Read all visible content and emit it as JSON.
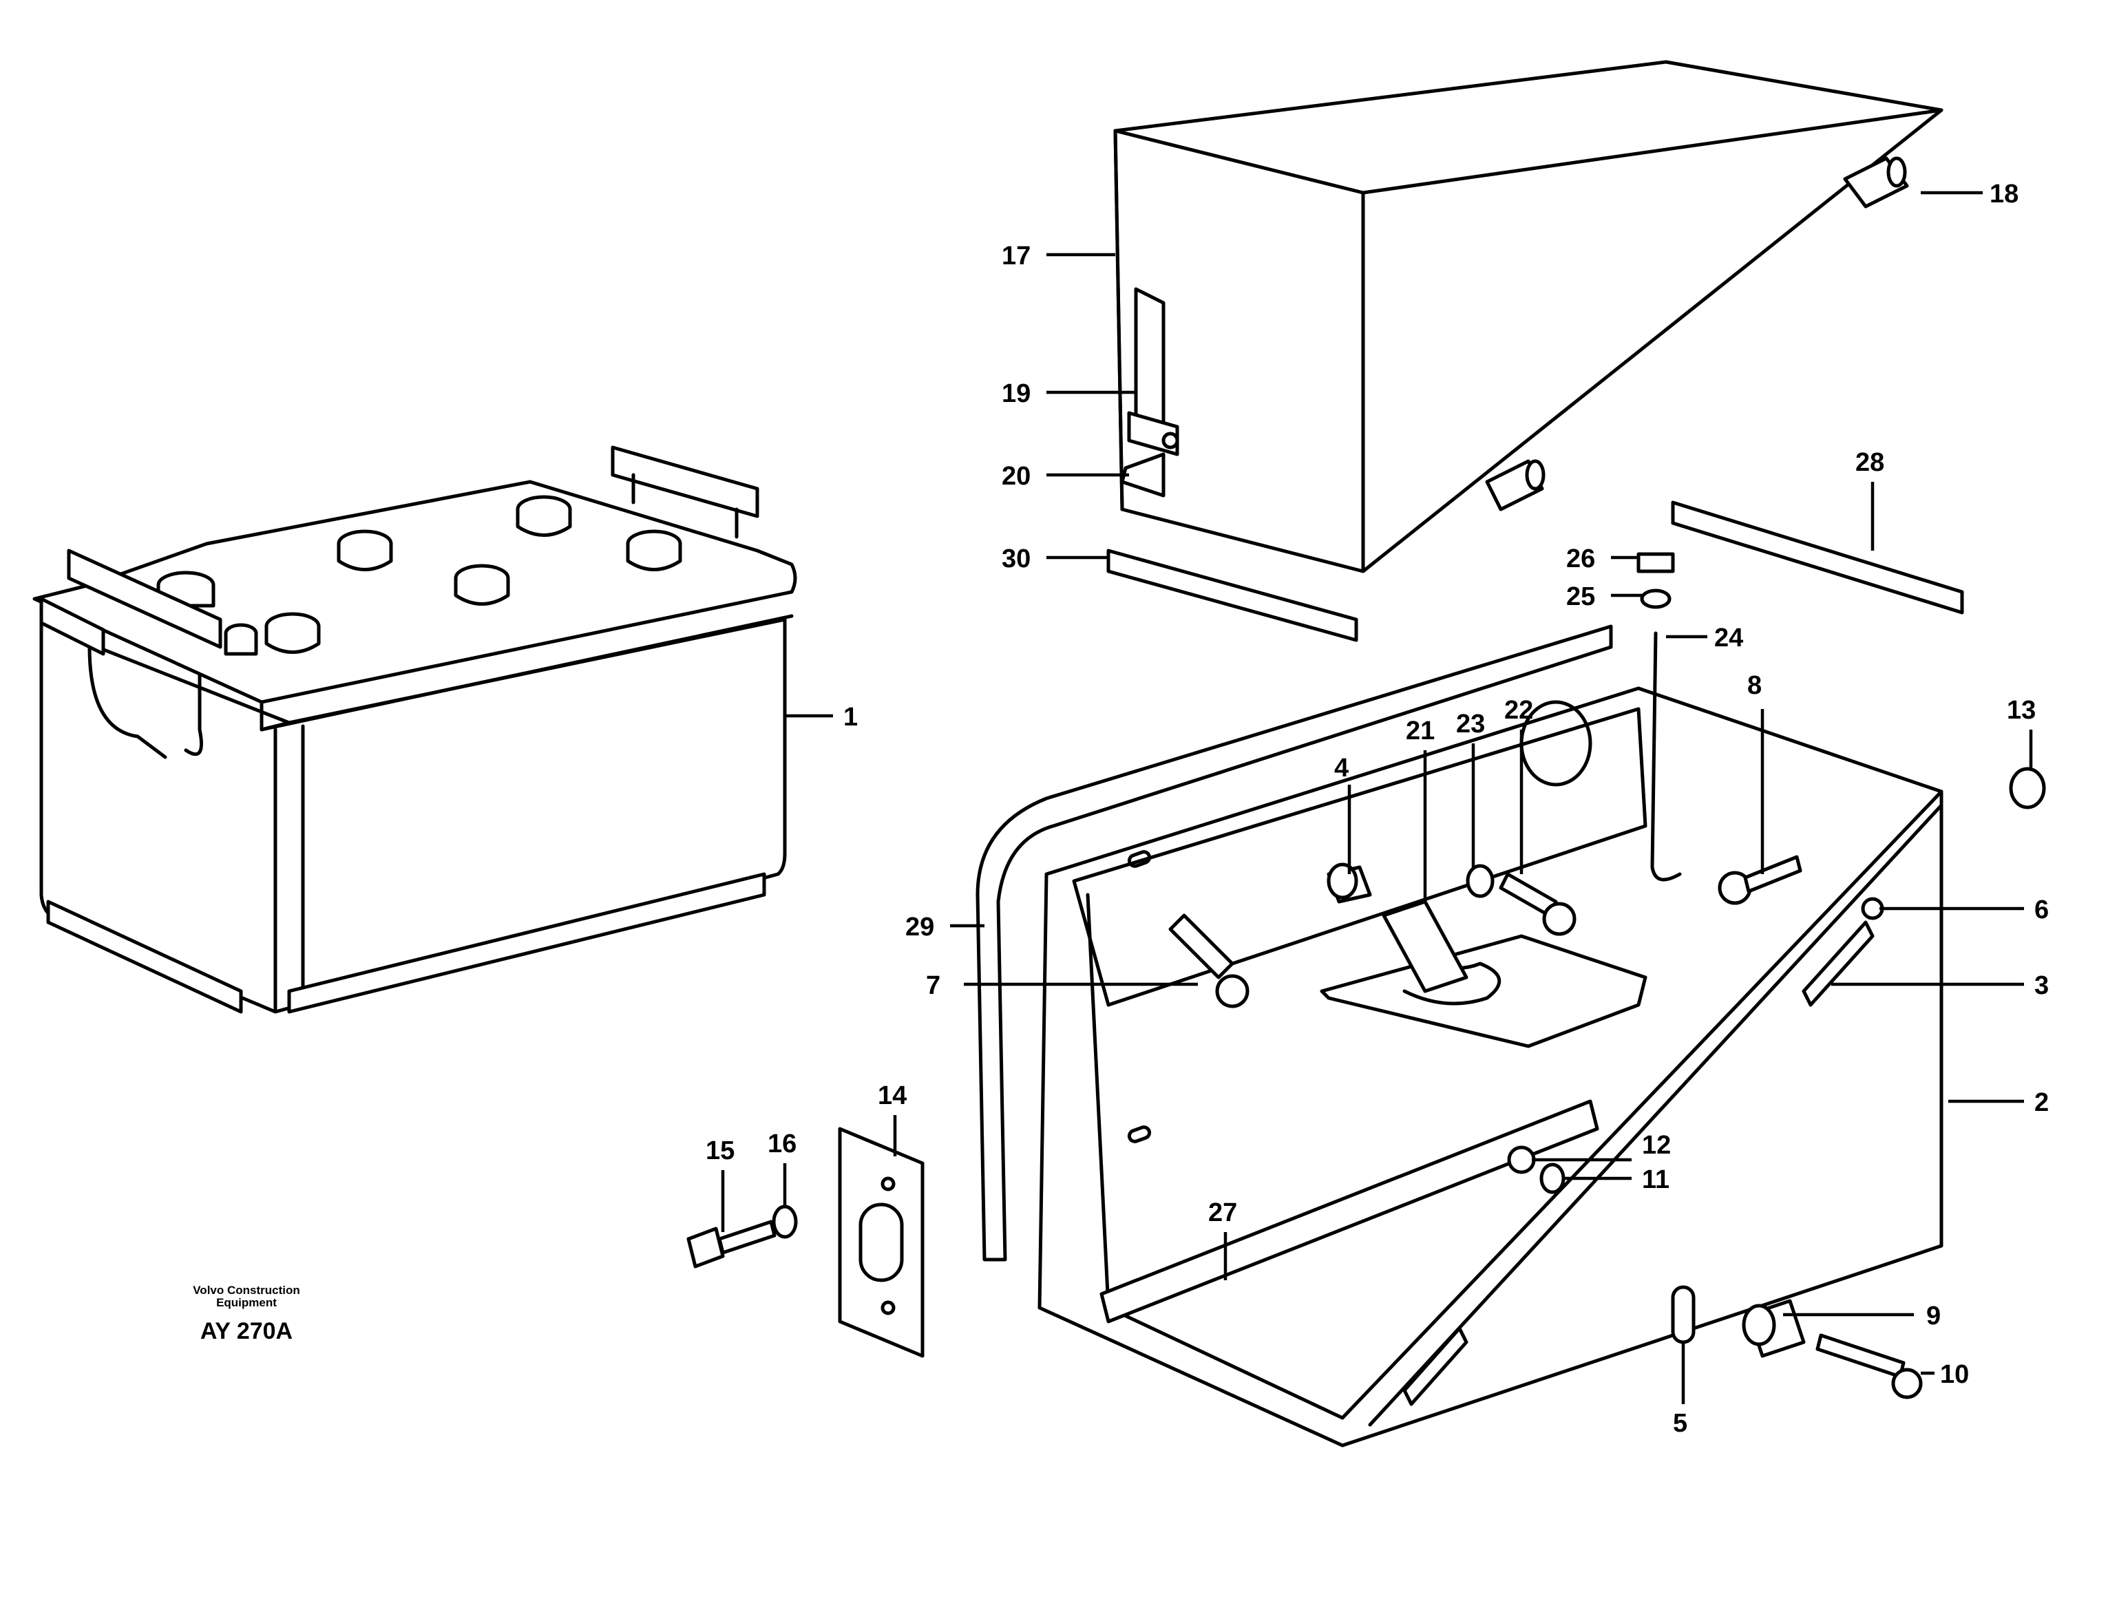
{
  "callouts": [
    {
      "id": "1",
      "label": "1"
    },
    {
      "id": "2",
      "label": "2"
    },
    {
      "id": "3",
      "label": "3"
    },
    {
      "id": "4",
      "label": "4"
    },
    {
      "id": "5",
      "label": "5"
    },
    {
      "id": "6",
      "label": "6"
    },
    {
      "id": "7",
      "label": "7"
    },
    {
      "id": "8",
      "label": "8"
    },
    {
      "id": "9",
      "label": "9"
    },
    {
      "id": "10",
      "label": "10"
    },
    {
      "id": "11",
      "label": "11"
    },
    {
      "id": "12",
      "label": "12"
    },
    {
      "id": "13",
      "label": "13"
    },
    {
      "id": "14",
      "label": "14"
    },
    {
      "id": "15",
      "label": "15"
    },
    {
      "id": "16",
      "label": "16"
    },
    {
      "id": "17",
      "label": "17"
    },
    {
      "id": "18",
      "label": "18"
    },
    {
      "id": "19",
      "label": "19"
    },
    {
      "id": "20",
      "label": "20"
    },
    {
      "id": "21",
      "label": "21"
    },
    {
      "id": "22",
      "label": "22"
    },
    {
      "id": "23",
      "label": "23"
    },
    {
      "id": "24",
      "label": "24"
    },
    {
      "id": "25",
      "label": "25"
    },
    {
      "id": "26",
      "label": "26"
    },
    {
      "id": "27",
      "label": "27"
    },
    {
      "id": "28",
      "label": "28"
    },
    {
      "id": "29",
      "label": "29"
    },
    {
      "id": "30",
      "label": "30"
    }
  ],
  "credit": {
    "line1": "Volvo Construction",
    "line2": "Equipment"
  },
  "figure_ref": "AY 270A"
}
